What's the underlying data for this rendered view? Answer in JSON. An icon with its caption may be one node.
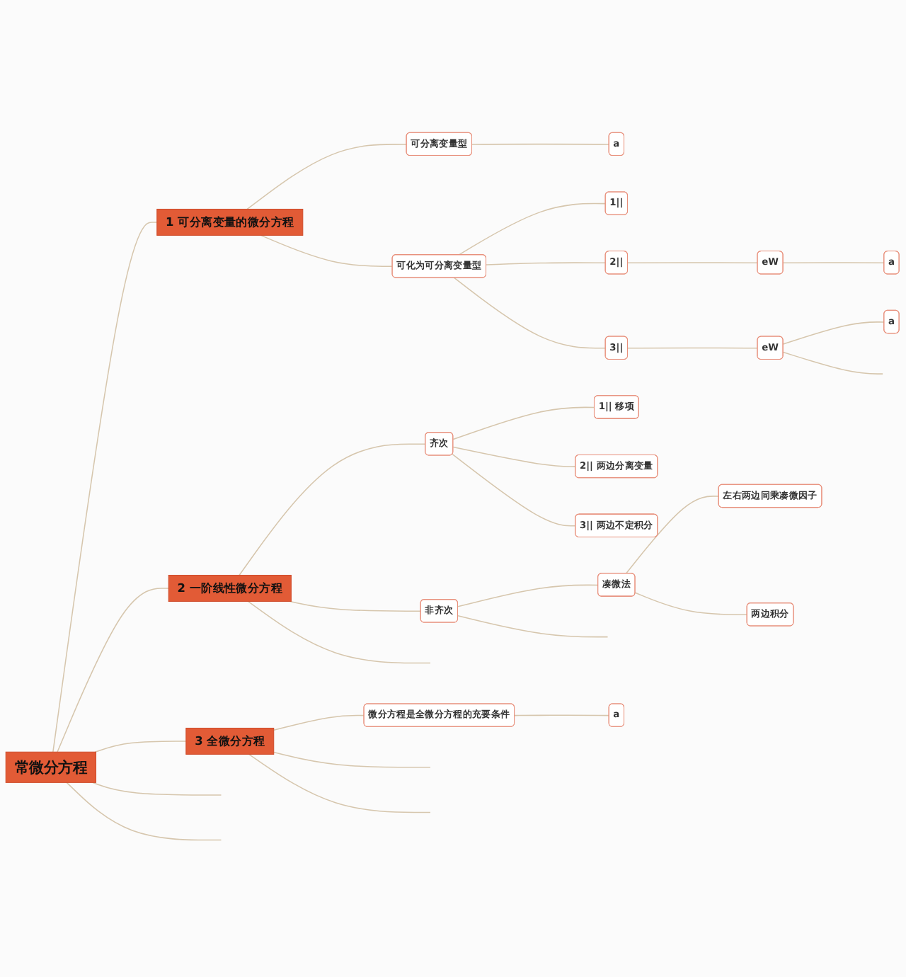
{
  "diagram": {
    "nodes": [
      {
        "text": [
          "常微分方程"
        ]
      },
      {
        "text": [
          "1 可分离变量的微分方程"
        ]
      },
      {
        "text": [
          "可分离变量型"
        ]
      },
      {
        "text": [
          "a"
        ]
      },
      {
        "text": [
          "可化为可分离变量型"
        ]
      },
      {
        "text": [
          "1||"
        ]
      },
      {
        "text": [
          "2||"
        ]
      },
      {
        "text": [
          "eW"
        ]
      },
      {
        "text": [
          "a"
        ]
      },
      {
        "text": [
          "3||"
        ]
      },
      {
        "text": [
          "eW"
        ]
      },
      {
        "text": [
          "a"
        ]
      },
      {
        "text": [
          "2 一阶线性微分方程"
        ]
      },
      {
        "text": [
          "齐次"
        ]
      },
      {
        "text": [
          "1|| 移项"
        ]
      },
      {
        "text": [
          "2|| 两边分离变量"
        ]
      },
      {
        "text": [
          "3|| 两边不定积分"
        ]
      },
      {
        "text": [
          "非齐次"
        ]
      },
      {
        "text": [
          "凑微法"
        ]
      },
      {
        "text": [
          "左右两边同乘凑微因子"
        ]
      },
      {
        "text": [
          "两边积分"
        ]
      },
      {
        "text": [
          "3 全微分方程"
        ]
      },
      {
        "text": [
          "微分方程是全微分方程的充要条件"
        ]
      },
      {
        "text": [
          "a"
        ]
      }
    ],
    "edges": [
      {
        "from": 0,
        "to": 1,
        "arrow": "none"
      },
      {
        "from": 1,
        "to": 2,
        "arrow": "none"
      },
      {
        "from": 2,
        "to": 3,
        "arrow": "none"
      },
      {
        "from": 1,
        "to": 4,
        "arrow": "none"
      },
      {
        "from": 4,
        "to": 5,
        "arrow": "none"
      },
      {
        "from": 4,
        "to": 6,
        "arrow": "none"
      },
      {
        "from": 6,
        "to": 7,
        "arrow": "none"
      },
      {
        "from": 7,
        "to": 8,
        "arrow": "none"
      },
      {
        "from": 4,
        "to": 9,
        "arrow": "none"
      },
      {
        "from": 9,
        "to": 10,
        "arrow": "none"
      },
      {
        "from": 10,
        "to": 11,
        "arrow": "none"
      },
      {
        "from": 10,
        "to": null,
        "arrow": "none"
      },
      {
        "from": 0,
        "to": 12,
        "arrow": "none"
      },
      {
        "from": 12,
        "to": 13,
        "arrow": "none"
      },
      {
        "from": 13,
        "to": 14,
        "arrow": "none"
      },
      {
        "from": 13,
        "to": 15,
        "arrow": "none"
      },
      {
        "from": 13,
        "to": 16,
        "arrow": "none"
      },
      {
        "from": 12,
        "to": 17,
        "arrow": "none"
      },
      {
        "from": 17,
        "to": 18,
        "arrow": "none"
      },
      {
        "from": 18,
        "to": 19,
        "arrow": "none"
      },
      {
        "from": 18,
        "to": 20,
        "arrow": "none"
      },
      {
        "from": 17,
        "to": null,
        "arrow": "none"
      },
      {
        "from": 12,
        "to": null,
        "arrow": "none"
      },
      {
        "from": 0,
        "to": 21,
        "arrow": "none"
      },
      {
        "from": 21,
        "to": 22,
        "arrow": "none"
      },
      {
        "from": 22,
        "to": 23,
        "arrow": "none"
      },
      {
        "from": 21,
        "to": null,
        "arrow": "none"
      },
      {
        "from": 21,
        "to": null,
        "arrow": "none"
      },
      {
        "from": 0,
        "to": null,
        "arrow": "none"
      },
      {
        "from": 0,
        "to": null,
        "arrow": "none"
      }
    ]
  }
}
